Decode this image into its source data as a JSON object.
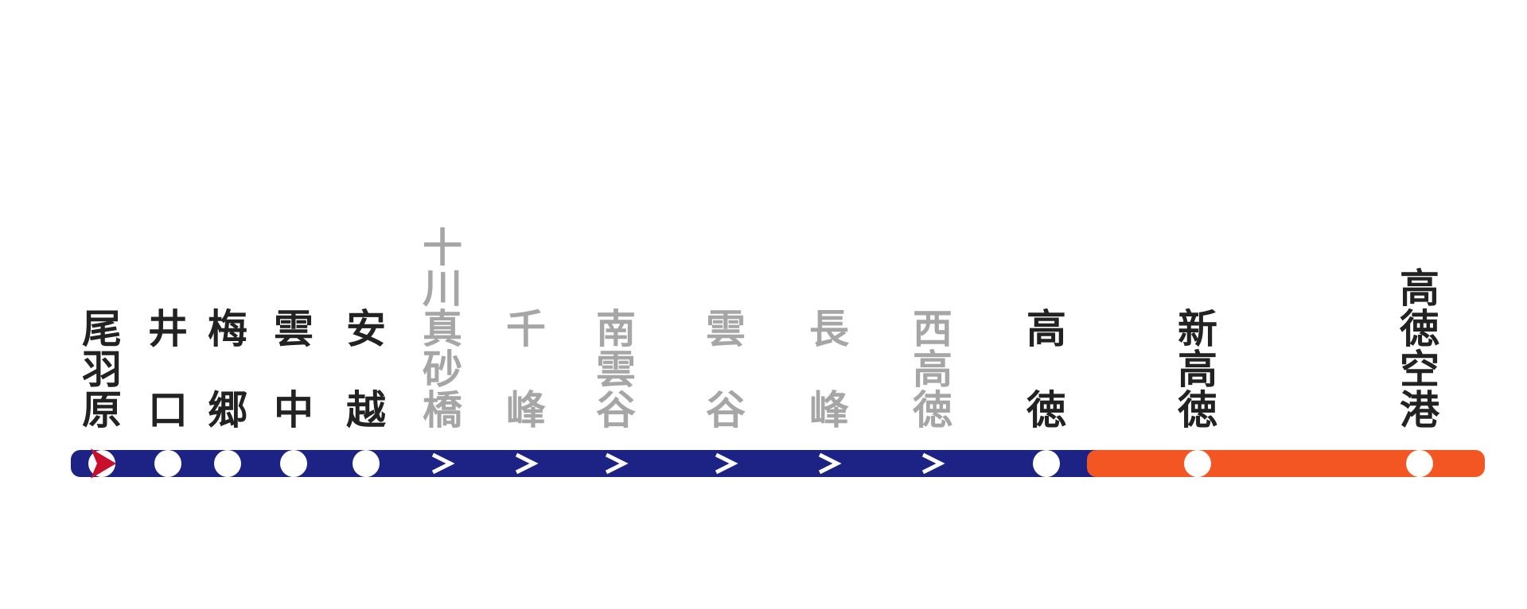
{
  "route_map": {
    "colors": {
      "main_line": "#1d2384",
      "extension_line": "#f35623",
      "stop_text": "#222222",
      "pass_text": "#a6a6a6",
      "stop_dot": "#ffffff",
      "pass_mark": "#ffffff",
      "current_marker": "#c8102e"
    },
    "current_station_index": 0,
    "stations": [
      {
        "name": "尾羽原",
        "stops": true,
        "line": "main"
      },
      {
        "name": "井口",
        "stops": true,
        "line": "main"
      },
      {
        "name": "梅郷",
        "stops": true,
        "line": "main"
      },
      {
        "name": "雲中",
        "stops": true,
        "line": "main"
      },
      {
        "name": "安越",
        "stops": true,
        "line": "main"
      },
      {
        "name": "十川真砂橋",
        "stops": false,
        "line": "main"
      },
      {
        "name": "千峰",
        "stops": false,
        "line": "main"
      },
      {
        "name": "南雲谷",
        "stops": false,
        "line": "main"
      },
      {
        "name": "雲谷",
        "stops": false,
        "line": "main"
      },
      {
        "name": "長峰",
        "stops": false,
        "line": "main"
      },
      {
        "name": "西高徳",
        "stops": false,
        "line": "main"
      },
      {
        "name": "高徳",
        "stops": true,
        "line": "main"
      },
      {
        "name": "新高徳",
        "stops": true,
        "line": "extension"
      },
      {
        "name": "高徳空港",
        "stops": true,
        "line": "extension"
      }
    ]
  }
}
